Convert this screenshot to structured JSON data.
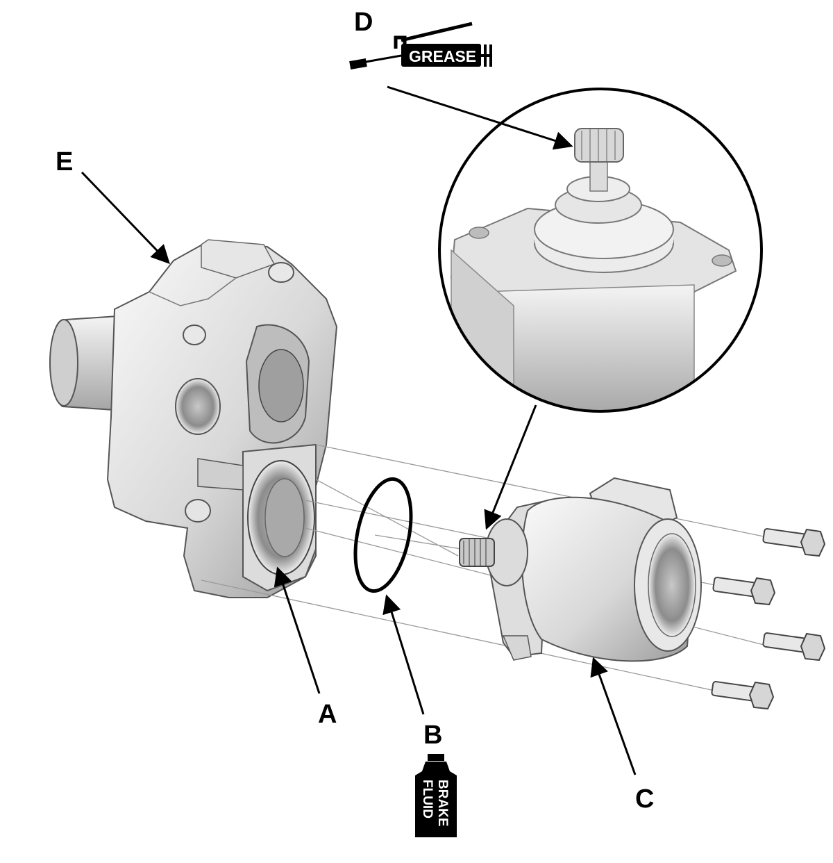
{
  "diagram": {
    "callouts": {
      "a": "A",
      "b": "B",
      "c": "C",
      "d": "D",
      "e": "E"
    },
    "icons": {
      "grease_gun": {
        "name": "grease-gun-icon",
        "label": "GREASE"
      },
      "brake_fluid": {
        "name": "brake-fluid-bottle-icon",
        "line1": "BRAKE",
        "line2": "FLUID"
      }
    },
    "parts": [
      {
        "name": "pump-housing",
        "callout": "E"
      },
      {
        "name": "housing-seal-surface",
        "callout": "A"
      },
      {
        "name": "o-ring",
        "callout": "B"
      },
      {
        "name": "pump-motor",
        "callout": "C"
      },
      {
        "name": "motor-drive-gear",
        "callout": "D"
      },
      {
        "name": "mounting-bolt",
        "count": 4
      }
    ]
  }
}
